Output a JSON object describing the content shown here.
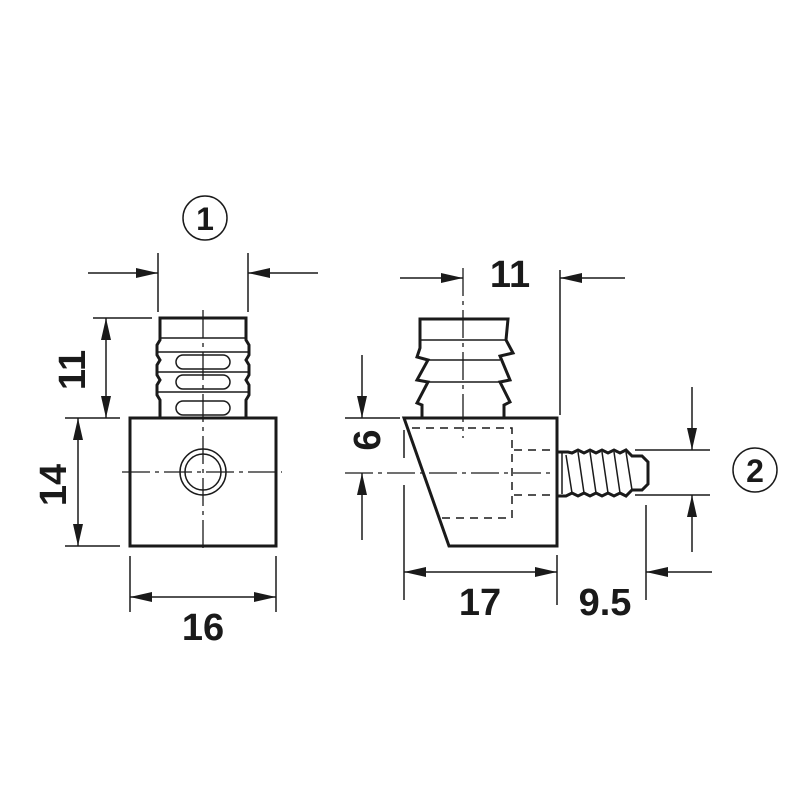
{
  "views": {
    "front": {
      "callout": "1",
      "dims": {
        "plug_width": "",
        "plug_height": "11",
        "body_height": "14",
        "body_width": "16"
      }
    },
    "side": {
      "callout": "2",
      "dims": {
        "plug_offset": "11",
        "screw_offset": "6",
        "body_depth": "17",
        "screw_length": "9.5"
      }
    }
  },
  "colors": {
    "line": "#1a1a1a",
    "background": "#ffffff"
  }
}
